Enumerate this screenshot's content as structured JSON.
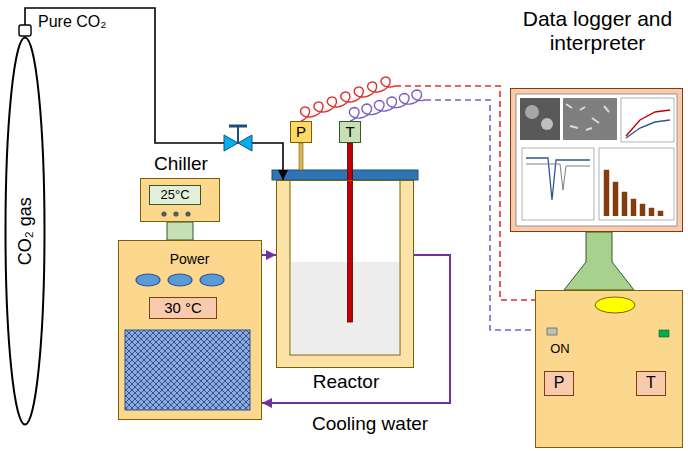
{
  "diagram": {
    "nodes": [
      {
        "text": [
          "CO₂ gas"
        ]
      },
      {
        "text": [
          "Chiller"
        ]
      },
      {
        "text": [
          "25°C"
        ],
        "in": 1
      },
      {
        "text": [
          "Power"
        ]
      },
      {
        "text": [
          "30 °C"
        ],
        "in": 3
      },
      {
        "text": [
          "Reactor"
        ]
      },
      {
        "text": [
          "P"
        ]
      },
      {
        "text": [
          "T"
        ]
      },
      {
        "text": [
          "Data logger and interpreter"
        ]
      },
      {
        "text": [
          "ON"
        ]
      },
      {
        "text": [
          "P"
        ],
        "in": 9
      },
      {
        "text": [
          "T"
        ],
        "in": 9
      }
    ],
    "edges": [
      {
        "from": 0,
        "to": 5,
        "label": "Pure CO₂",
        "arrow": "to"
      },
      {
        "from": 3,
        "to": 5,
        "arrow": "to"
      },
      {
        "from": 5,
        "to": 3,
        "label": "Cooling water",
        "arrow": "to"
      },
      {
        "from": 6,
        "to": 9,
        "arrow": "none"
      },
      {
        "from": 7,
        "to": 9,
        "arrow": "none"
      }
    ]
  }
}
